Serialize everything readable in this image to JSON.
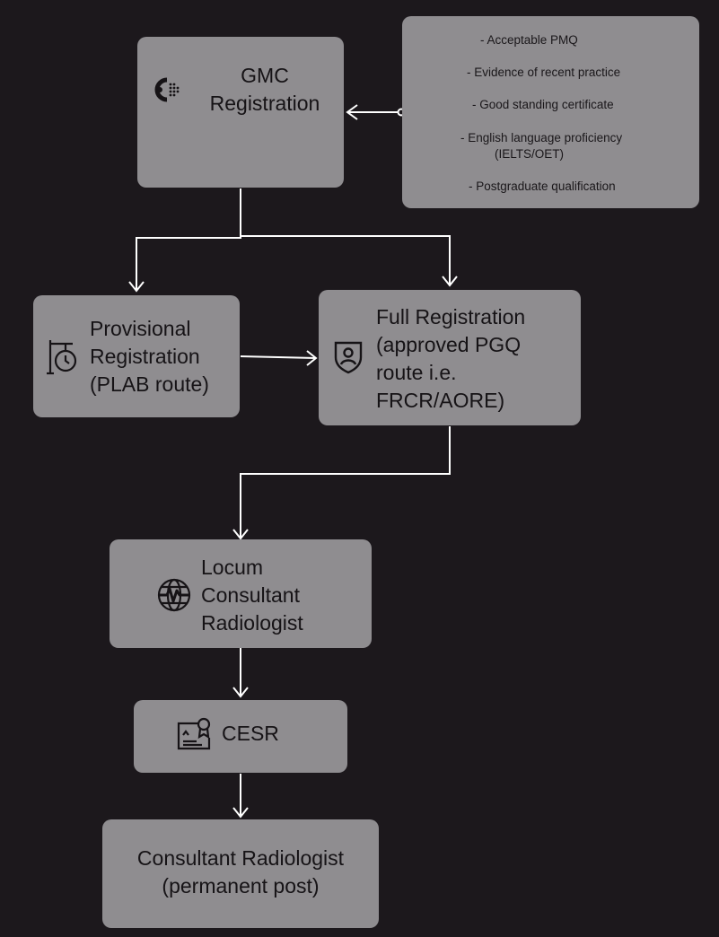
{
  "diagram": {
    "gmc": {
      "line1": "GMC",
      "line2": "Registration",
      "icon": "gmc-logo-icon"
    },
    "requirements": [
      "- Acceptable PMQ",
      "- Evidence of recent practice",
      "- Good standing certificate",
      "- English language proficiency",
      "(IELTS/OET)",
      "- Postgraduate qualification"
    ],
    "provisional": {
      "lines": [
        "Provisional",
        "Registration",
        "(PLAB route)"
      ],
      "icon": "timer-sign-icon"
    },
    "full": {
      "lines": [
        "Full Registration",
        "(approved PGQ",
        "route i.e.",
        "FRCR/AORE)"
      ],
      "icon": "shield-user-icon"
    },
    "locum": {
      "lines": [
        "Locum",
        "Consultant",
        "Radiologist"
      ],
      "icon": "globe-pulse-icon"
    },
    "cesr": {
      "label": "CESR",
      "icon": "certificate-icon"
    },
    "consultant": {
      "lines": [
        "Consultant Radiologist",
        "(permanent post)"
      ]
    }
  },
  "colors": {
    "background": "#1c181c",
    "node": "#8f8d90",
    "arrow": "#ffffff",
    "text": "#161316"
  }
}
